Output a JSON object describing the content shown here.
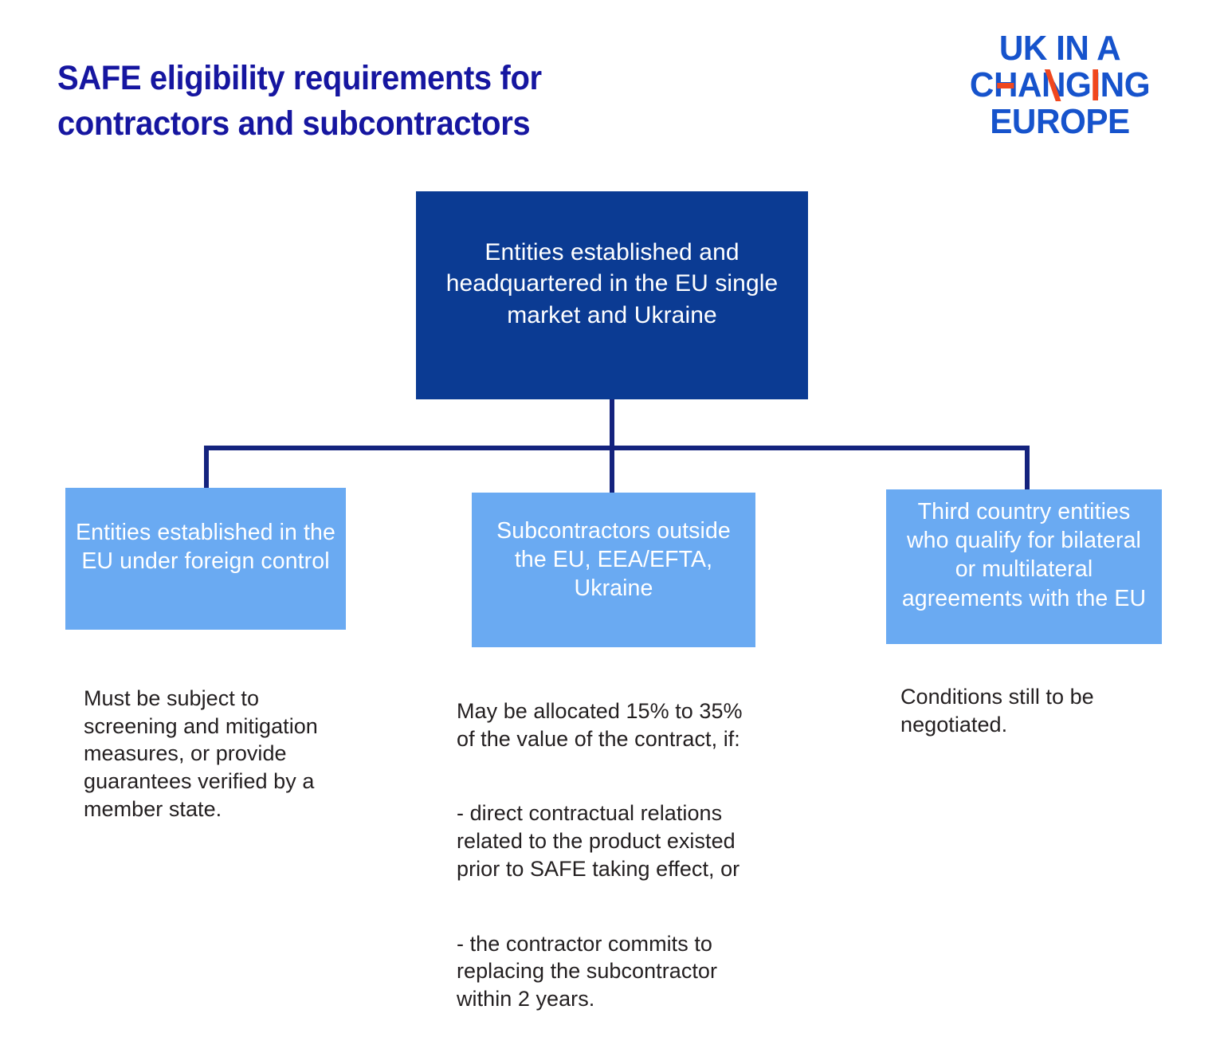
{
  "title": "SAFE eligibility requirements for\ncontractors and subcontractors",
  "logo": {
    "line1": "UK IN A",
    "line3": "EUROPE",
    "changing": {
      "c": "C",
      "h": "H",
      "a": "A",
      "n": "N",
      "g": "G",
      "i": "I",
      "ng": "NG"
    },
    "accent_color": "#f0471e",
    "brand_color": "#1653cc"
  },
  "diagram": {
    "type": "tree",
    "root": {
      "label": "Entities established and\nheadquartered in the EU single\nmarket and Ukraine",
      "color": "#0b3b93"
    },
    "connector_color": "#14237e",
    "children": [
      {
        "label": "Entities established in the\nEU under foreign control",
        "color": "#6aaaf2",
        "caption": [
          "Must be subject to screening and mitigation measures, or provide guarantees verified by a member state."
        ]
      },
      {
        "label": "Subcontractors outside\nthe EU, EEA/EFTA,\nUkraine",
        "color": "#6aaaf2",
        "caption": [
          "May be allocated 15% to 35% of the value of the contract, if:",
          "- direct contractual relations related to the product existed prior to SAFE taking effect, or",
          "- the contractor commits to replacing the subcontractor within 2 years."
        ]
      },
      {
        "label": "Third country entities\nwho qualify for bilateral\nor multilateral\nagreements with the EU",
        "color": "#6aaaf2",
        "caption": [
          "Conditions still to be negotiated."
        ]
      }
    ]
  }
}
